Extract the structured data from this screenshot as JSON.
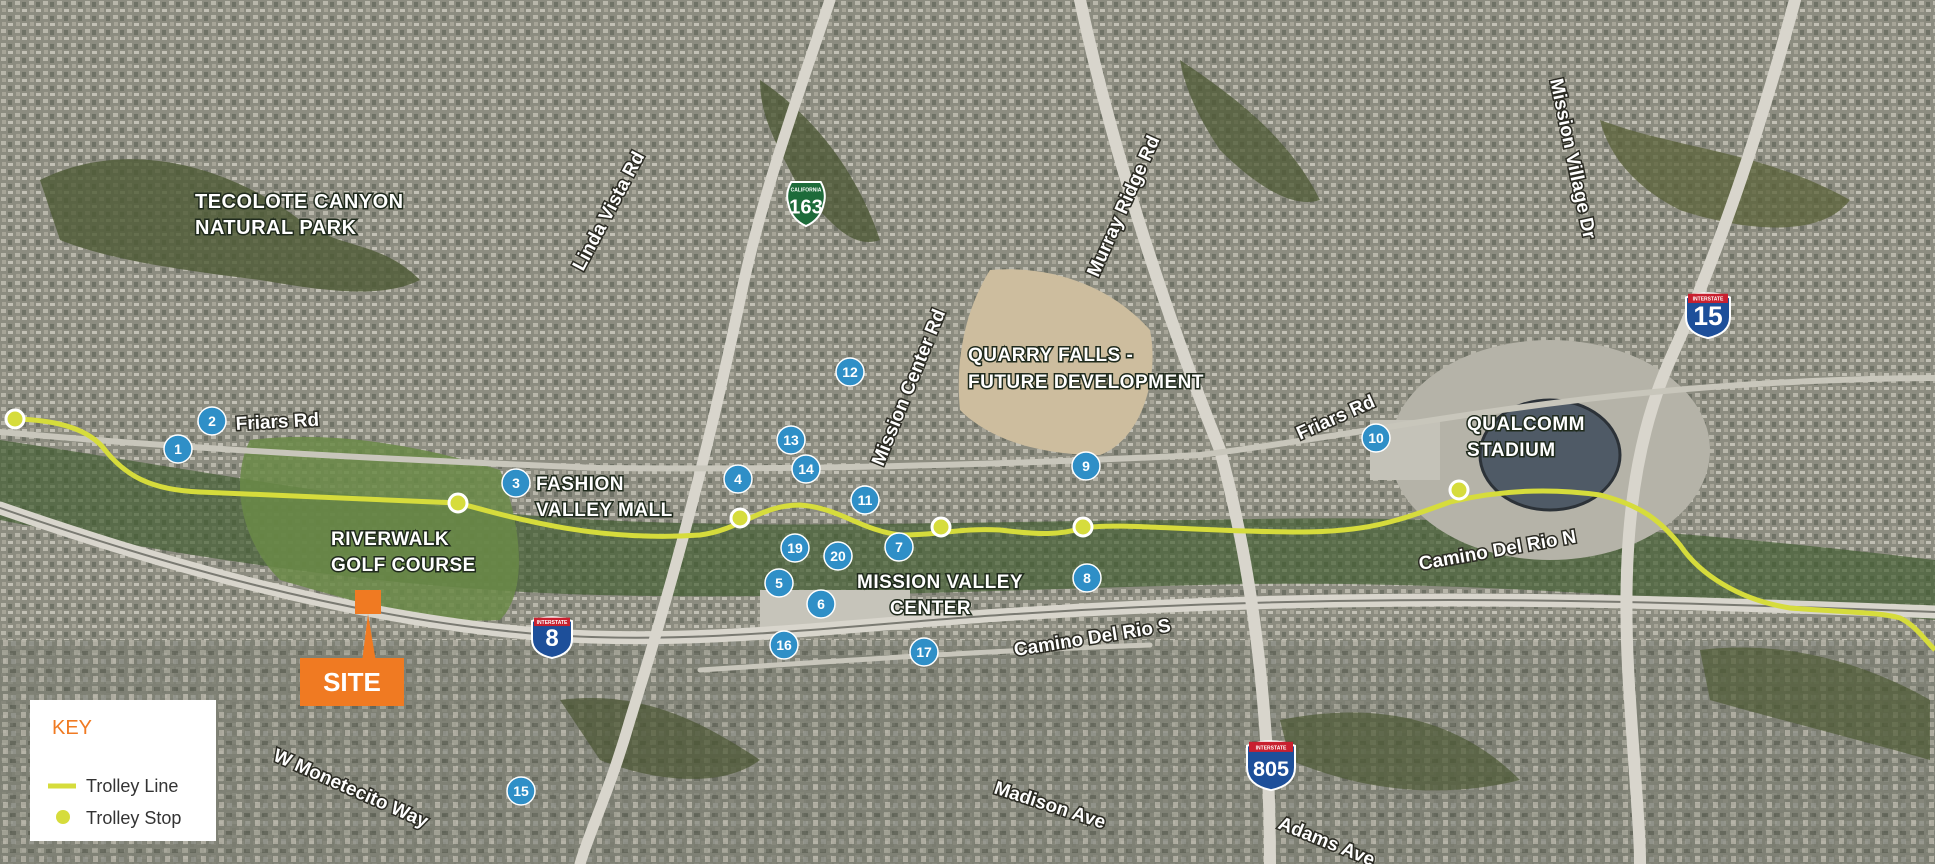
{
  "colors": {
    "trolley": "#d6dc3c",
    "poi": "#2f8fc7",
    "site": "#f07a22",
    "interstate_blue": "#1d4f9a",
    "interstate_red": "#c8202f",
    "state_green": "#1d6b3a"
  },
  "areas": [
    {
      "id": "tecolote",
      "lines": [
        "TECOLOTE CANYON",
        "NATURAL PARK"
      ]
    },
    {
      "id": "quarry",
      "lines": [
        "QUARRY FALLS -",
        "FUTURE DEVELOPMENT"
      ]
    },
    {
      "id": "fashion",
      "lines": [
        "FASHION",
        "VALLEY MALL"
      ]
    },
    {
      "id": "riverwalk",
      "lines": [
        "RIVERWALK",
        "GOLF COURSE"
      ]
    },
    {
      "id": "mvc",
      "lines": [
        "MISSION VALLEY",
        "CENTER"
      ]
    },
    {
      "id": "qualcomm",
      "lines": [
        "QUALCOMM",
        "STADIUM"
      ]
    }
  ],
  "roads": [
    {
      "id": "linda-vista",
      "label": "Linda Vista Rd"
    },
    {
      "id": "mission-center",
      "label": "Mission Center Rd"
    },
    {
      "id": "murray-ridge",
      "label": "Murray Ridge Rd"
    },
    {
      "id": "mission-village",
      "label": "Mission Village Dr"
    },
    {
      "id": "friars-west",
      "label": "Friars Rd"
    },
    {
      "id": "friars-east",
      "label": "Friars Rd"
    },
    {
      "id": "camino-n",
      "label": "Camino Del Rio N"
    },
    {
      "id": "camino-s",
      "label": "Camino Del Rio S"
    },
    {
      "id": "monetecito",
      "label": "W Monetecito Way"
    },
    {
      "id": "madison",
      "label": "Madison Ave"
    },
    {
      "id": "adams",
      "label": "Adams Ave"
    }
  ],
  "shields": [
    {
      "id": "i8",
      "type": "interstate",
      "num": "8",
      "header": "INTERSTATE"
    },
    {
      "id": "i15",
      "type": "interstate",
      "num": "15",
      "header": "INTERSTATE"
    },
    {
      "id": "i805",
      "type": "interstate",
      "num": "805",
      "header": "INTERSTATE"
    },
    {
      "id": "ca163",
      "type": "state",
      "num": "163",
      "header": "CALIFORNIA"
    }
  ],
  "pois": [
    "1",
    "2",
    "3",
    "4",
    "5",
    "6",
    "7",
    "8",
    "9",
    "10",
    "11",
    "12",
    "13",
    "14",
    "15",
    "16",
    "17",
    "19",
    "20"
  ],
  "site": {
    "label": "SITE"
  },
  "key": {
    "title": "KEY",
    "items": [
      {
        "id": "trolley-line",
        "label": "Trolley Line"
      },
      {
        "id": "trolley-stop",
        "label": "Trolley Stop"
      }
    ]
  }
}
